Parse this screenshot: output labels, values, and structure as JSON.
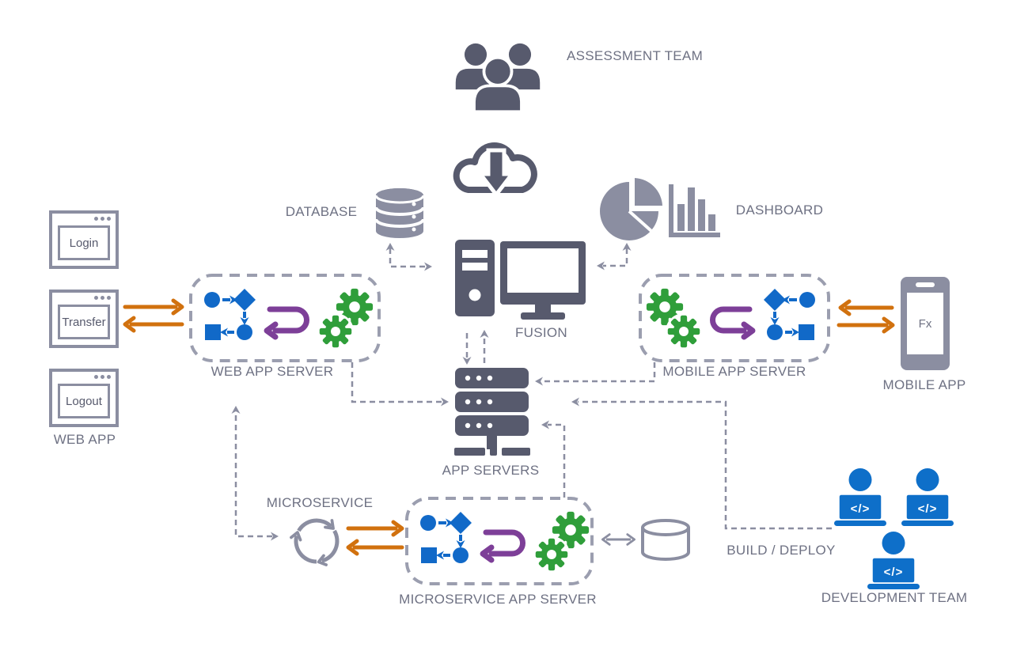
{
  "diagram": {
    "title": "application architecture diagram",
    "nodes": {
      "assessment_team": {
        "label": "ASSESSMENT TEAM",
        "icon": "people-group-icon"
      },
      "cloud": {
        "icon": "cloud-download-icon"
      },
      "database": {
        "label": "DATABASE",
        "icon": "database-stack-icon"
      },
      "dashboard": {
        "label": "DASHBOARD",
        "icon": "pie-and-bar-chart-icon"
      },
      "fusion": {
        "label": "FUSION",
        "icon": "desktop-computer-icon"
      },
      "web_app": {
        "label": "WEB APP",
        "windows": [
          {
            "title": "Login"
          },
          {
            "title": "Transfer"
          },
          {
            "title": "Logout"
          }
        ]
      },
      "web_app_server": {
        "label": "WEB APP SERVER",
        "icons": "workflow-icon, return-arrow-icon, gears-icon"
      },
      "mobile_app_server": {
        "label": "MOBILE APP SERVER",
        "icons": "gears-icon, return-arrow-icon, workflow-icon"
      },
      "mobile_app": {
        "label": "MOBILE APP",
        "screen_text": "Fx",
        "icon": "smartphone-icon"
      },
      "app_servers": {
        "label": "APP SERVERS",
        "icon": "server-stack-icon"
      },
      "microservice": {
        "label": "MICROSERVICE",
        "icon": "cycle-arrows-icon"
      },
      "microservice_app_server": {
        "label": "MICROSERVICE APP SERVER",
        "icons": "workflow-icon, return-arrow-icon, gears-icon"
      },
      "storage_cylinder": {
        "icon": "database-outline-icon"
      },
      "build_deploy": {
        "label": "BUILD / DEPLOY"
      },
      "development_team": {
        "label": "DEVELOPMENT TEAM",
        "laptop_glyph": "</>",
        "icon": "coder-with-laptop-icon"
      }
    },
    "colors": {
      "dark_slate": "#575a6d",
      "mid_gray": "#8b8ea1",
      "box_border": "#9b9eaf",
      "orange": "#d1710e",
      "blue": "#1169c8",
      "dev_blue": "#0e6fc9",
      "purple": "#7d3f98",
      "green": "#2f9e3a",
      "label_text": "#6e7183"
    }
  }
}
